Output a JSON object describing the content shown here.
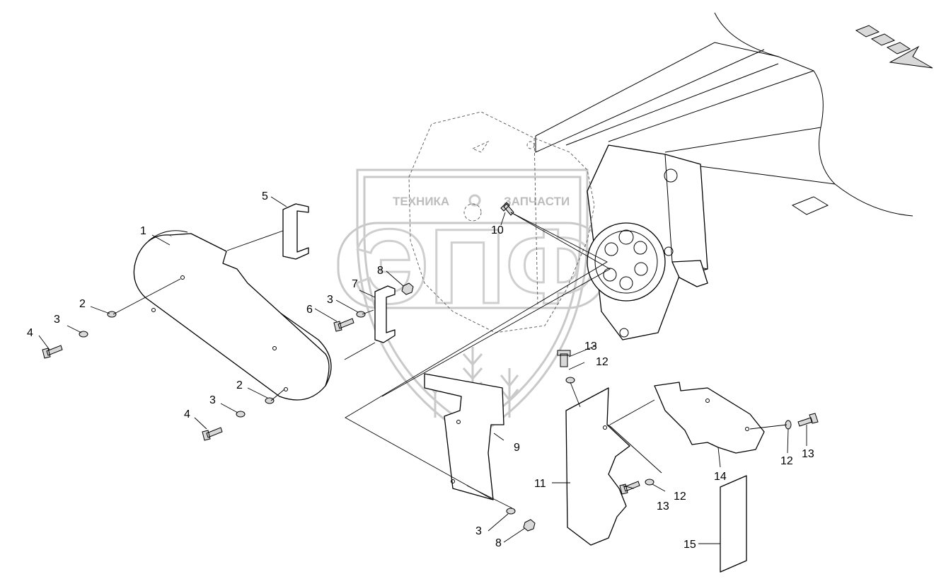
{
  "watermark": {
    "top_text_left": "ТЕХНИКА",
    "top_text_right": "ЗАПЧАСТИ",
    "logo_letters": "ЭПФ"
  },
  "direction_arrow": "direction-arrow-icon",
  "callouts": [
    {
      "id": "c1",
      "text": "1"
    },
    {
      "id": "c2a",
      "text": "2"
    },
    {
      "id": "c2b",
      "text": "2"
    },
    {
      "id": "c3a",
      "text": "3"
    },
    {
      "id": "c3b",
      "text": "3"
    },
    {
      "id": "c3c",
      "text": "3"
    },
    {
      "id": "c3d",
      "text": "3"
    },
    {
      "id": "c4a",
      "text": "4"
    },
    {
      "id": "c4b",
      "text": "4"
    },
    {
      "id": "c5",
      "text": "5"
    },
    {
      "id": "c6",
      "text": "6"
    },
    {
      "id": "c7",
      "text": "7"
    },
    {
      "id": "c8a",
      "text": "8"
    },
    {
      "id": "c8b",
      "text": "8"
    },
    {
      "id": "c9",
      "text": "9"
    },
    {
      "id": "c10",
      "text": "10"
    },
    {
      "id": "c11",
      "text": "11"
    },
    {
      "id": "c12a",
      "text": "12"
    },
    {
      "id": "c12b",
      "text": "12"
    },
    {
      "id": "c12c",
      "text": "12"
    },
    {
      "id": "c13a",
      "text": "13"
    },
    {
      "id": "c13b",
      "text": "13"
    },
    {
      "id": "c13c",
      "text": "13"
    },
    {
      "id": "c14",
      "text": "14"
    },
    {
      "id": "c15",
      "text": "15"
    }
  ]
}
